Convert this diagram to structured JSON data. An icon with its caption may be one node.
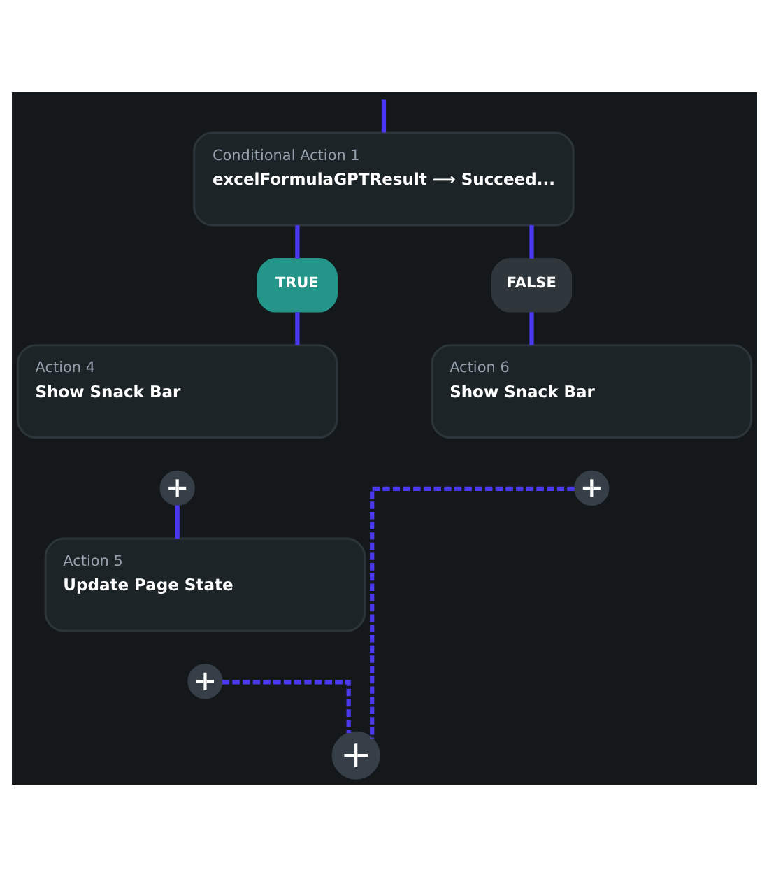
{
  "diagram": {
    "nodes": [
      {
        "text": [
          "Conditional Action 1",
          "excelFormulaGPTResult ⟶ Succeed..."
        ]
      },
      {
        "text": [
          "TRUE"
        ]
      },
      {
        "text": [
          "FALSE"
        ]
      },
      {
        "text": [
          "Action 4",
          "Show Snack Bar"
        ]
      },
      {
        "text": [
          "Action 6",
          "Show Snack Bar"
        ]
      },
      {
        "text": [],
        "shape": "circle"
      },
      {
        "text": [],
        "shape": "circle"
      },
      {
        "text": [
          "Action 5",
          "Update Page State"
        ]
      },
      {
        "text": [],
        "shape": "circle"
      },
      {
        "text": [],
        "shape": "circle"
      }
    ],
    "edges": [
      {
        "from": null,
        "to": 0,
        "arrow": "none"
      },
      {
        "from": 0,
        "to": 1,
        "arrow": "none"
      },
      {
        "from": 0,
        "to": 2,
        "arrow": "none"
      },
      {
        "from": 1,
        "to": 3,
        "arrow": "none"
      },
      {
        "from": 2,
        "to": 4,
        "arrow": "none"
      },
      {
        "from": 5,
        "to": 7,
        "arrow": "none"
      },
      {
        "from": 8,
        "to": 9,
        "arrow": "none",
        "style": "dashed"
      },
      {
        "from": 6,
        "to": 9,
        "arrow": "none",
        "style": "dashed"
      }
    ]
  }
}
